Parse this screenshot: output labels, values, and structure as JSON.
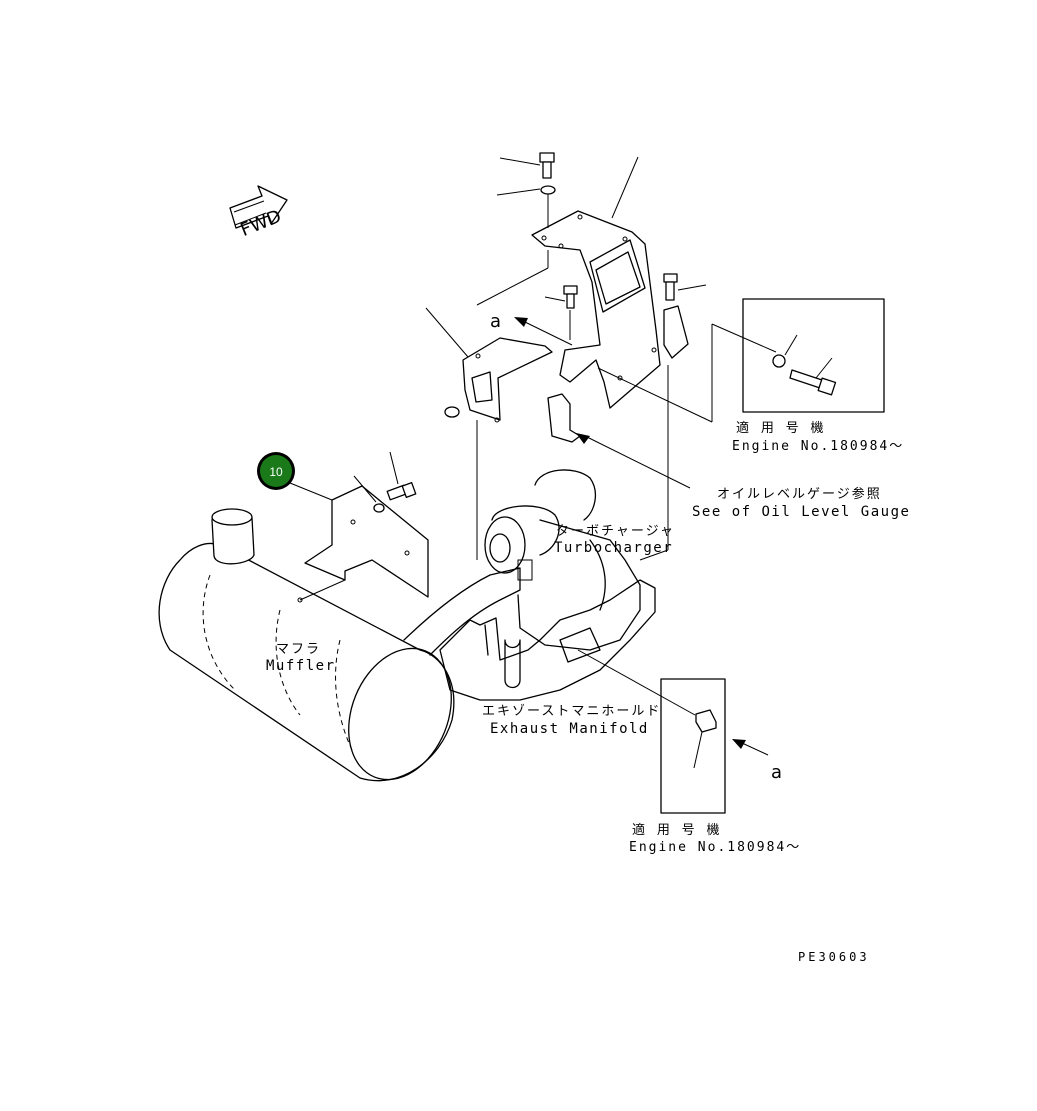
{
  "fwd_label": "FWD",
  "callout_number": "10",
  "callout_color": "#1a7a1a",
  "labels": {
    "muffler_jp": "マフラ",
    "muffler_en": "Muffler",
    "turbo_jp": "ターボチャージャ",
    "turbo_en": "Turbocharger",
    "oil_jp": "オイルレベルゲージ参照",
    "oil_en": "See of Oil Level Gauge",
    "manifold_jp": "エキゾーストマニホールド",
    "manifold_en": "Exhaust Manifold"
  },
  "detail_top": {
    "jp": "適 用 号 機",
    "engine": "Engine No.180984～"
  },
  "detail_bottom": {
    "jp": "適 用 号 機",
    "engine": "Engine No.180984～"
  },
  "view_marker_top": "a",
  "view_marker_bottom": "a",
  "drawing_code": "PE30603"
}
